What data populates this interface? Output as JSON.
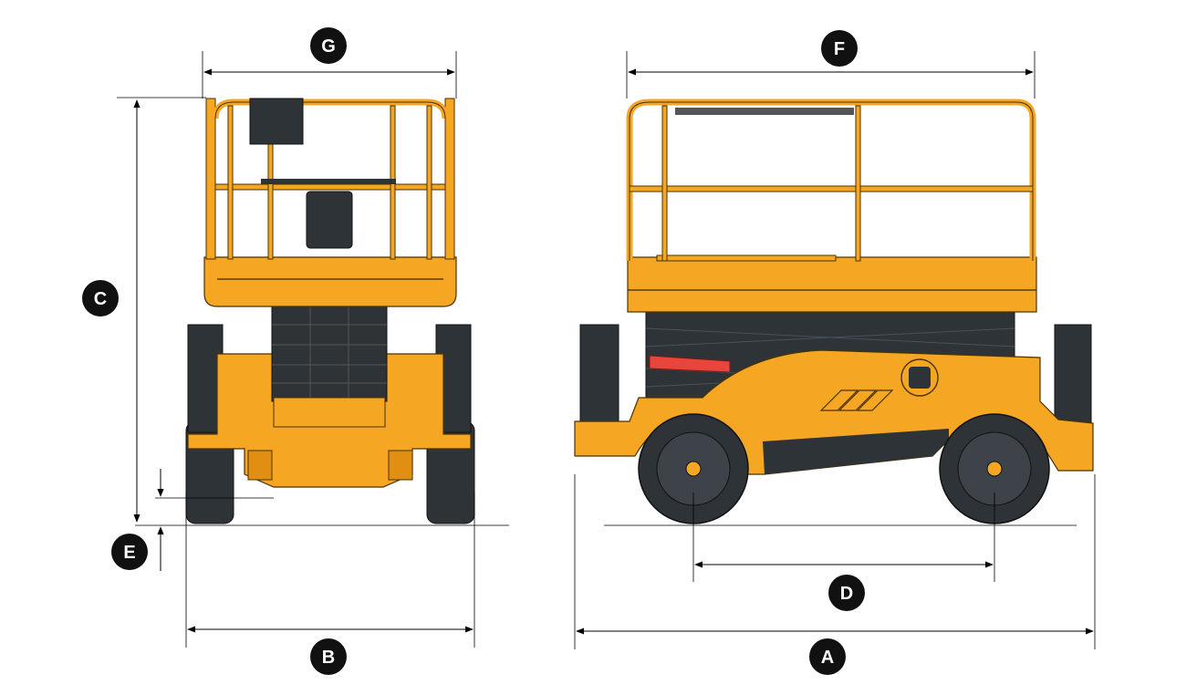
{
  "labels": {
    "A": "A",
    "B": "B",
    "C": "C",
    "D": "D",
    "E": "E",
    "F": "F",
    "G": "G"
  },
  "colors": {
    "body": "#F5A623",
    "dark": "#2E3338",
    "outline": "#4A3300",
    "accent_red": "#E8453C",
    "badge": "#111111"
  },
  "views": [
    "front-view",
    "side-view"
  ]
}
